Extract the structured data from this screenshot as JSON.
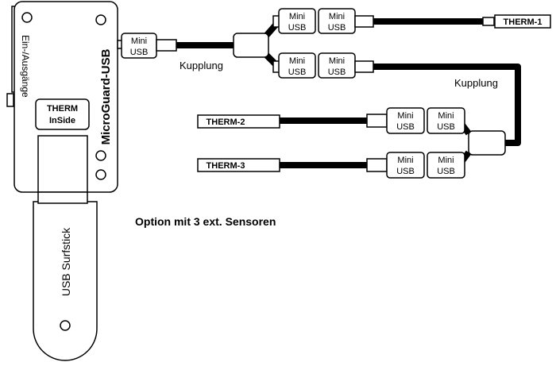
{
  "device": {
    "name": "MicroGuard-USB",
    "io_label": "Ein-/Ausgänge",
    "badge_line1": "THERM",
    "badge_line2": "InSide"
  },
  "stick": {
    "label": "USB Surfstick"
  },
  "connector": {
    "line1": "Mini",
    "line2": "USB"
  },
  "coupling_label": "Kupplung",
  "sensors": [
    "THERM-1",
    "THERM-2",
    "THERM-3"
  ],
  "caption": "Option mit 3 ext. Sensoren"
}
